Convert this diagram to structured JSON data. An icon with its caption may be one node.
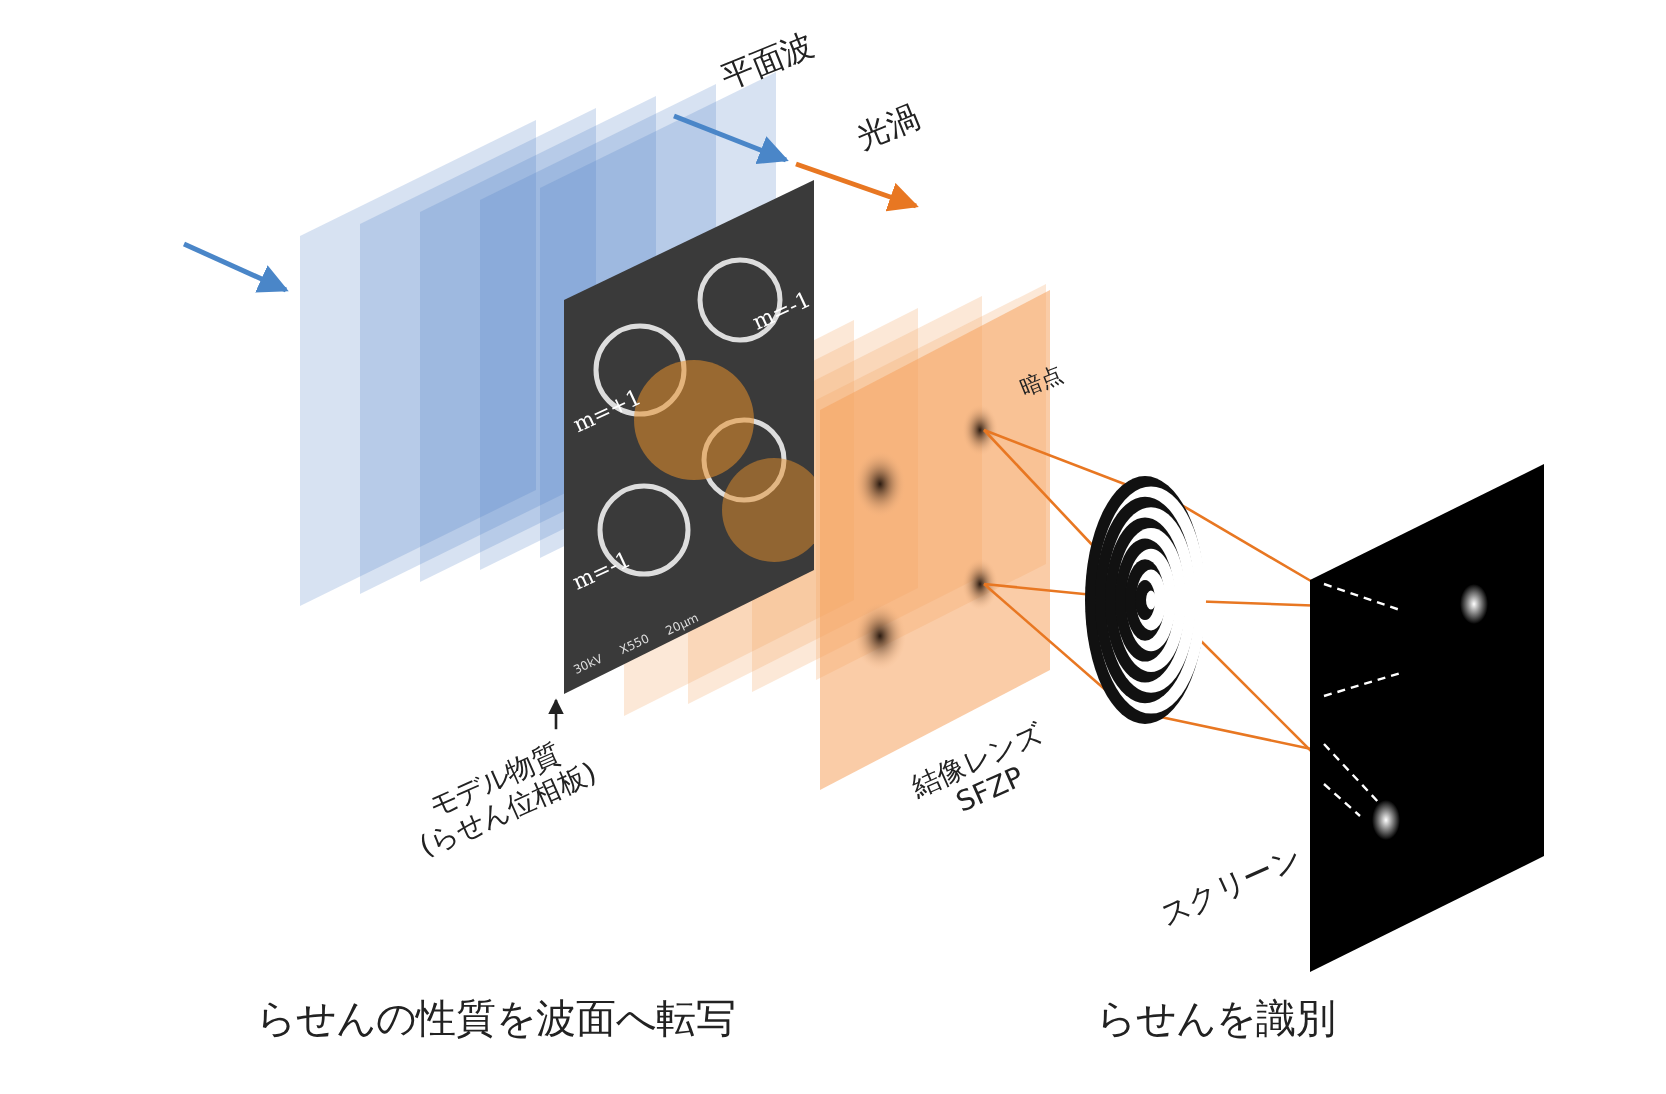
{
  "diagram": {
    "nodes": [
      {
        "text": [
          "モデル物質 (らせん位相板)"
        ]
      },
      {
        "text": [],
        "shape": "picture"
      }
    ],
    "edges": [
      {
        "from": 0,
        "to": 1,
        "arrow": "to"
      }
    ],
    "labels": [
      "平面波",
      "光渦",
      "m=+1",
      "m=-1",
      "m=-1",
      "30kV",
      "X550",
      "20μm",
      "暗点",
      "結像レンズ SFZP",
      "スクリーン",
      "らせんの性質を波面へ転写",
      "らせんを識別"
    ]
  }
}
